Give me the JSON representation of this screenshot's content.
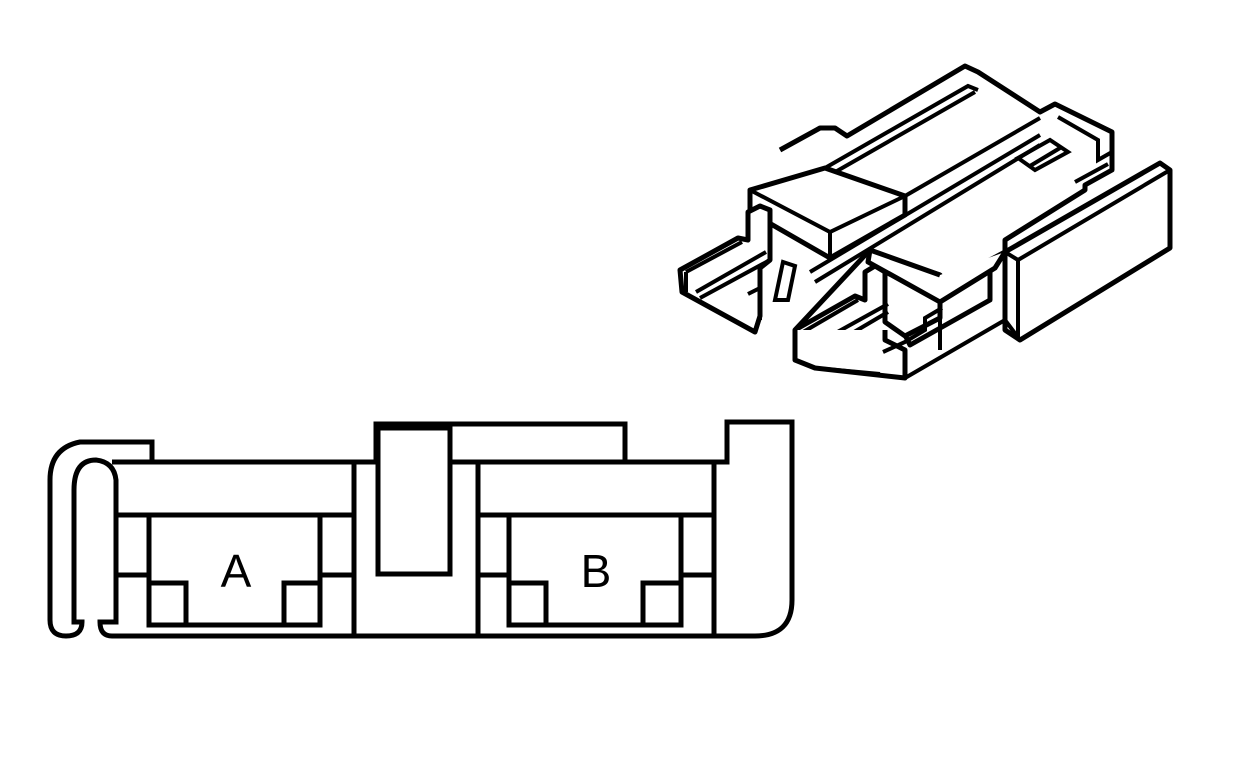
{
  "diagram": {
    "type": "connector-illustration",
    "views": [
      {
        "id": "isometric",
        "description": "3D isometric view of 2-cavity connector"
      },
      {
        "id": "face",
        "description": "Terminal face view of connector"
      }
    ],
    "cavities": [
      {
        "label": "A"
      },
      {
        "label": "B"
      }
    ],
    "colors": {
      "line": "#000000",
      "background": "#ffffff"
    }
  }
}
